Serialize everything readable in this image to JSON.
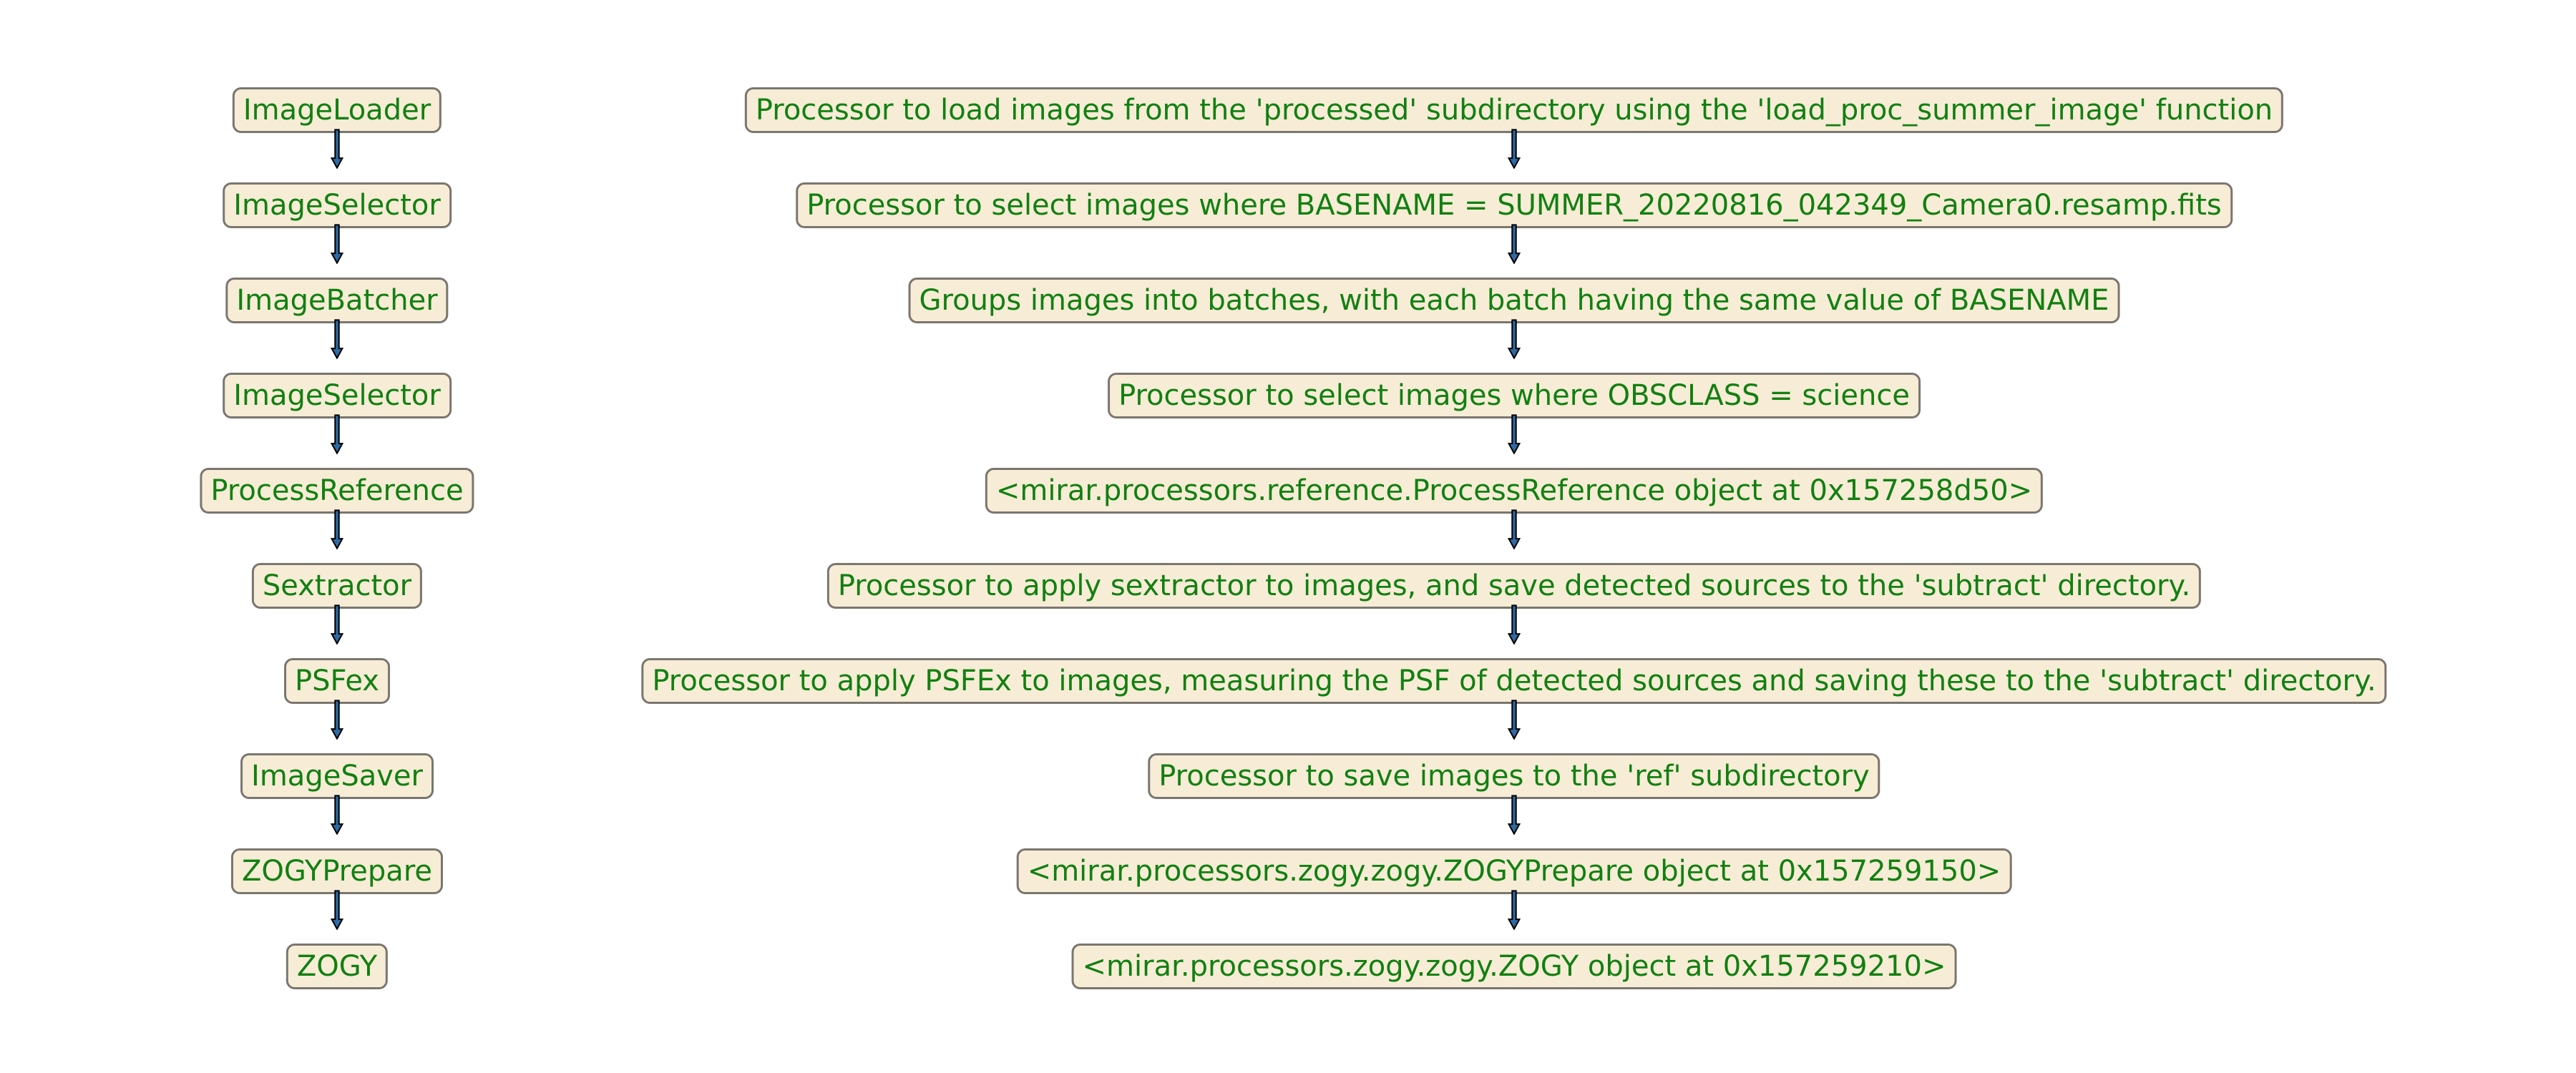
{
  "diagram": {
    "left_column": [
      "ImageLoader",
      "ImageSelector",
      "ImageBatcher",
      "ImageSelector",
      "ProcessReference",
      "Sextractor",
      "PSFex",
      "ImageSaver",
      "ZOGYPrepare",
      "ZOGY"
    ],
    "right_column": [
      "Processor to load images from the 'processed' subdirectory using the 'load_proc_summer_image' function",
      "Processor to select images where BASENAME = SUMMER_20220816_042349_Camera0.resamp.fits",
      "Groups images into batches, with each batch having the same value of BASENAME",
      "Processor to select images where OBSCLASS = science",
      "<mirar.processors.reference.ProcessReference object at 0x157258d50>",
      "Processor to apply sextractor to images, and save detected sources to the 'subtract' directory.",
      "Processor to apply PSFEx to images, measuring the PSF of detected sources and saving these to the 'subtract' directory.",
      "Processor to save images to the 'ref' subdirectory",
      "<mirar.processors.zogy.zogy.ZOGYPrepare object at 0x157259150>",
      "<mirar.processors.zogy.zogy.ZOGY object at 0x157259210>"
    ],
    "colors": {
      "node_fill": "#f7ecd6",
      "node_border": "#7a766f",
      "text": "#118011",
      "arrow_fill": "#2e6aa3",
      "arrow_stroke": "#000000"
    }
  }
}
